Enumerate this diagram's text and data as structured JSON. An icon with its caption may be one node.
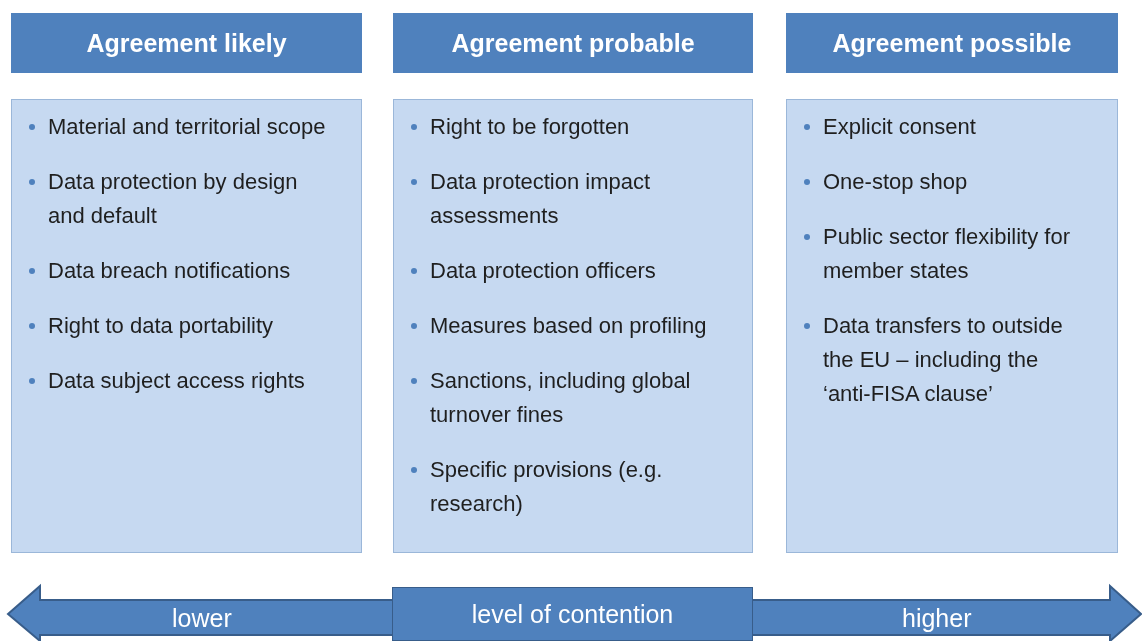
{
  "diagram": {
    "nodes": [
      {
        "text": [
          "Agreement likely"
        ]
      },
      {
        "text": [
          "Agreement probable"
        ]
      },
      {
        "text": [
          "Agreement possible"
        ]
      },
      {
        "text": [
          "Material and territorial scope",
          "Data protection by design and default",
          "Data breach notifications",
          "Right to data portability",
          "Data subject access rights"
        ]
      },
      {
        "text": [
          "Right to be forgotten",
          "Data protection impact assessments",
          "Data protection officers",
          "Measures based on profiling",
          "Sanctions, including global turnover fines",
          "Specific provisions (e.g. research)"
        ]
      },
      {
        "text": [
          "Explicit consent",
          "One-stop shop",
          "Public sector flexibility for member states",
          "Data transfers to outside the EU – including the ‘anti-FISA clause’"
        ]
      },
      {
        "text": [
          "level of contention"
        ]
      }
    ],
    "edges": [],
    "labels": [
      "lower",
      "higher"
    ]
  }
}
